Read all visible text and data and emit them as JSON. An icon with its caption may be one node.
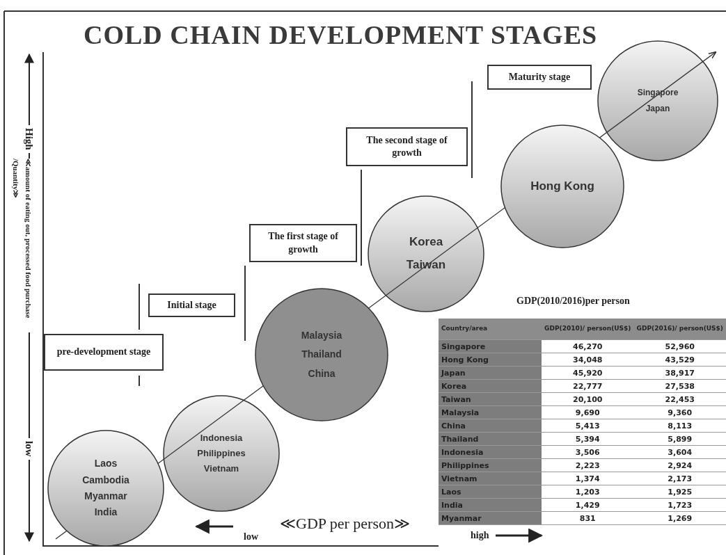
{
  "diagram": {
    "title": "COLD CHAIN DEVELOPMENT STAGES",
    "nodes": [
      {
        "text": [
          "pre-development stage"
        ]
      },
      {
        "text": [
          "Initial stage"
        ]
      },
      {
        "text": [
          "The first stage of growth"
        ]
      },
      {
        "text": [
          "The second stage of growth"
        ]
      },
      {
        "text": [
          "Maturity stage"
        ]
      },
      {
        "text": [
          "Laos",
          "Cambodia",
          "Myanmar",
          "India"
        ]
      },
      {
        "text": [
          "Indonesia",
          "Philippines",
          "Vietnam"
        ]
      },
      {
        "text": [
          "Malaysia",
          "Thailand",
          "China"
        ]
      },
      {
        "text": [
          "Korea",
          "Taiwan"
        ]
      },
      {
        "text": [
          "Hong Kong"
        ]
      },
      {
        "text": [
          "Singapore",
          "Japan"
        ]
      }
    ],
    "edges": [],
    "labels": [
      "High",
      "≪amount of eating out, processed food purchase /Quantity≫",
      "low",
      "low",
      "≪GDP per person≫",
      "high",
      "GDP(2010/2016)per person",
      "Country/area",
      "GDP(2010)/ person(US$)",
      "GDP(2016)/ person(US$)",
      "Singapore",
      "46,270",
      "52,960",
      "Hong Kong",
      "34,048",
      "43,529",
      "Japan",
      "45,920",
      "38,917",
      "Korea",
      "22,777",
      "27,538",
      "Taiwan",
      "20,100",
      "22,453",
      "Malaysia",
      "9,690",
      "9,360",
      "China",
      "5,413",
      "8,113",
      "Thailand",
      "5,394",
      "5,899",
      "Indonesia",
      "3,506",
      "3,604",
      "Philippines",
      "2,223",
      "2,924",
      "Vietnam",
      "1,374",
      "2,173",
      "Laos",
      "1,203",
      "1,925",
      "India",
      "1,429",
      "1,723",
      "Myanmar",
      "831",
      "1,269"
    ]
  }
}
